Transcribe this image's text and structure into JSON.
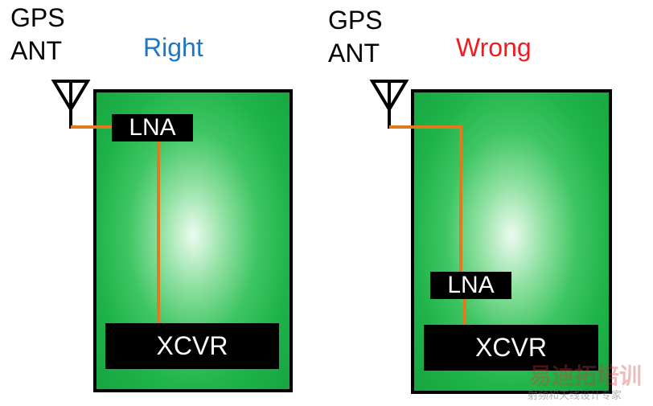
{
  "left_panel": {
    "antenna_label_line1": "GPS",
    "antenna_label_line2": "ANT",
    "caption": "Right",
    "lna_label": "LNA",
    "xcvr_label": "XCVR"
  },
  "right_panel": {
    "antenna_label_line1": "GPS",
    "antenna_label_line2": "ANT",
    "caption": "Wrong",
    "lna_label": "LNA",
    "xcvr_label": "XCVR"
  },
  "watermark": {
    "brand": "易迪拓培训",
    "tagline": "射频和天线设计专家"
  },
  "colors": {
    "right_caption": "#1f76c3",
    "wrong_caption": "#ee1d23",
    "trace": "#e07a1e",
    "board_green": "#1fb349",
    "chip_black": "#000000"
  }
}
